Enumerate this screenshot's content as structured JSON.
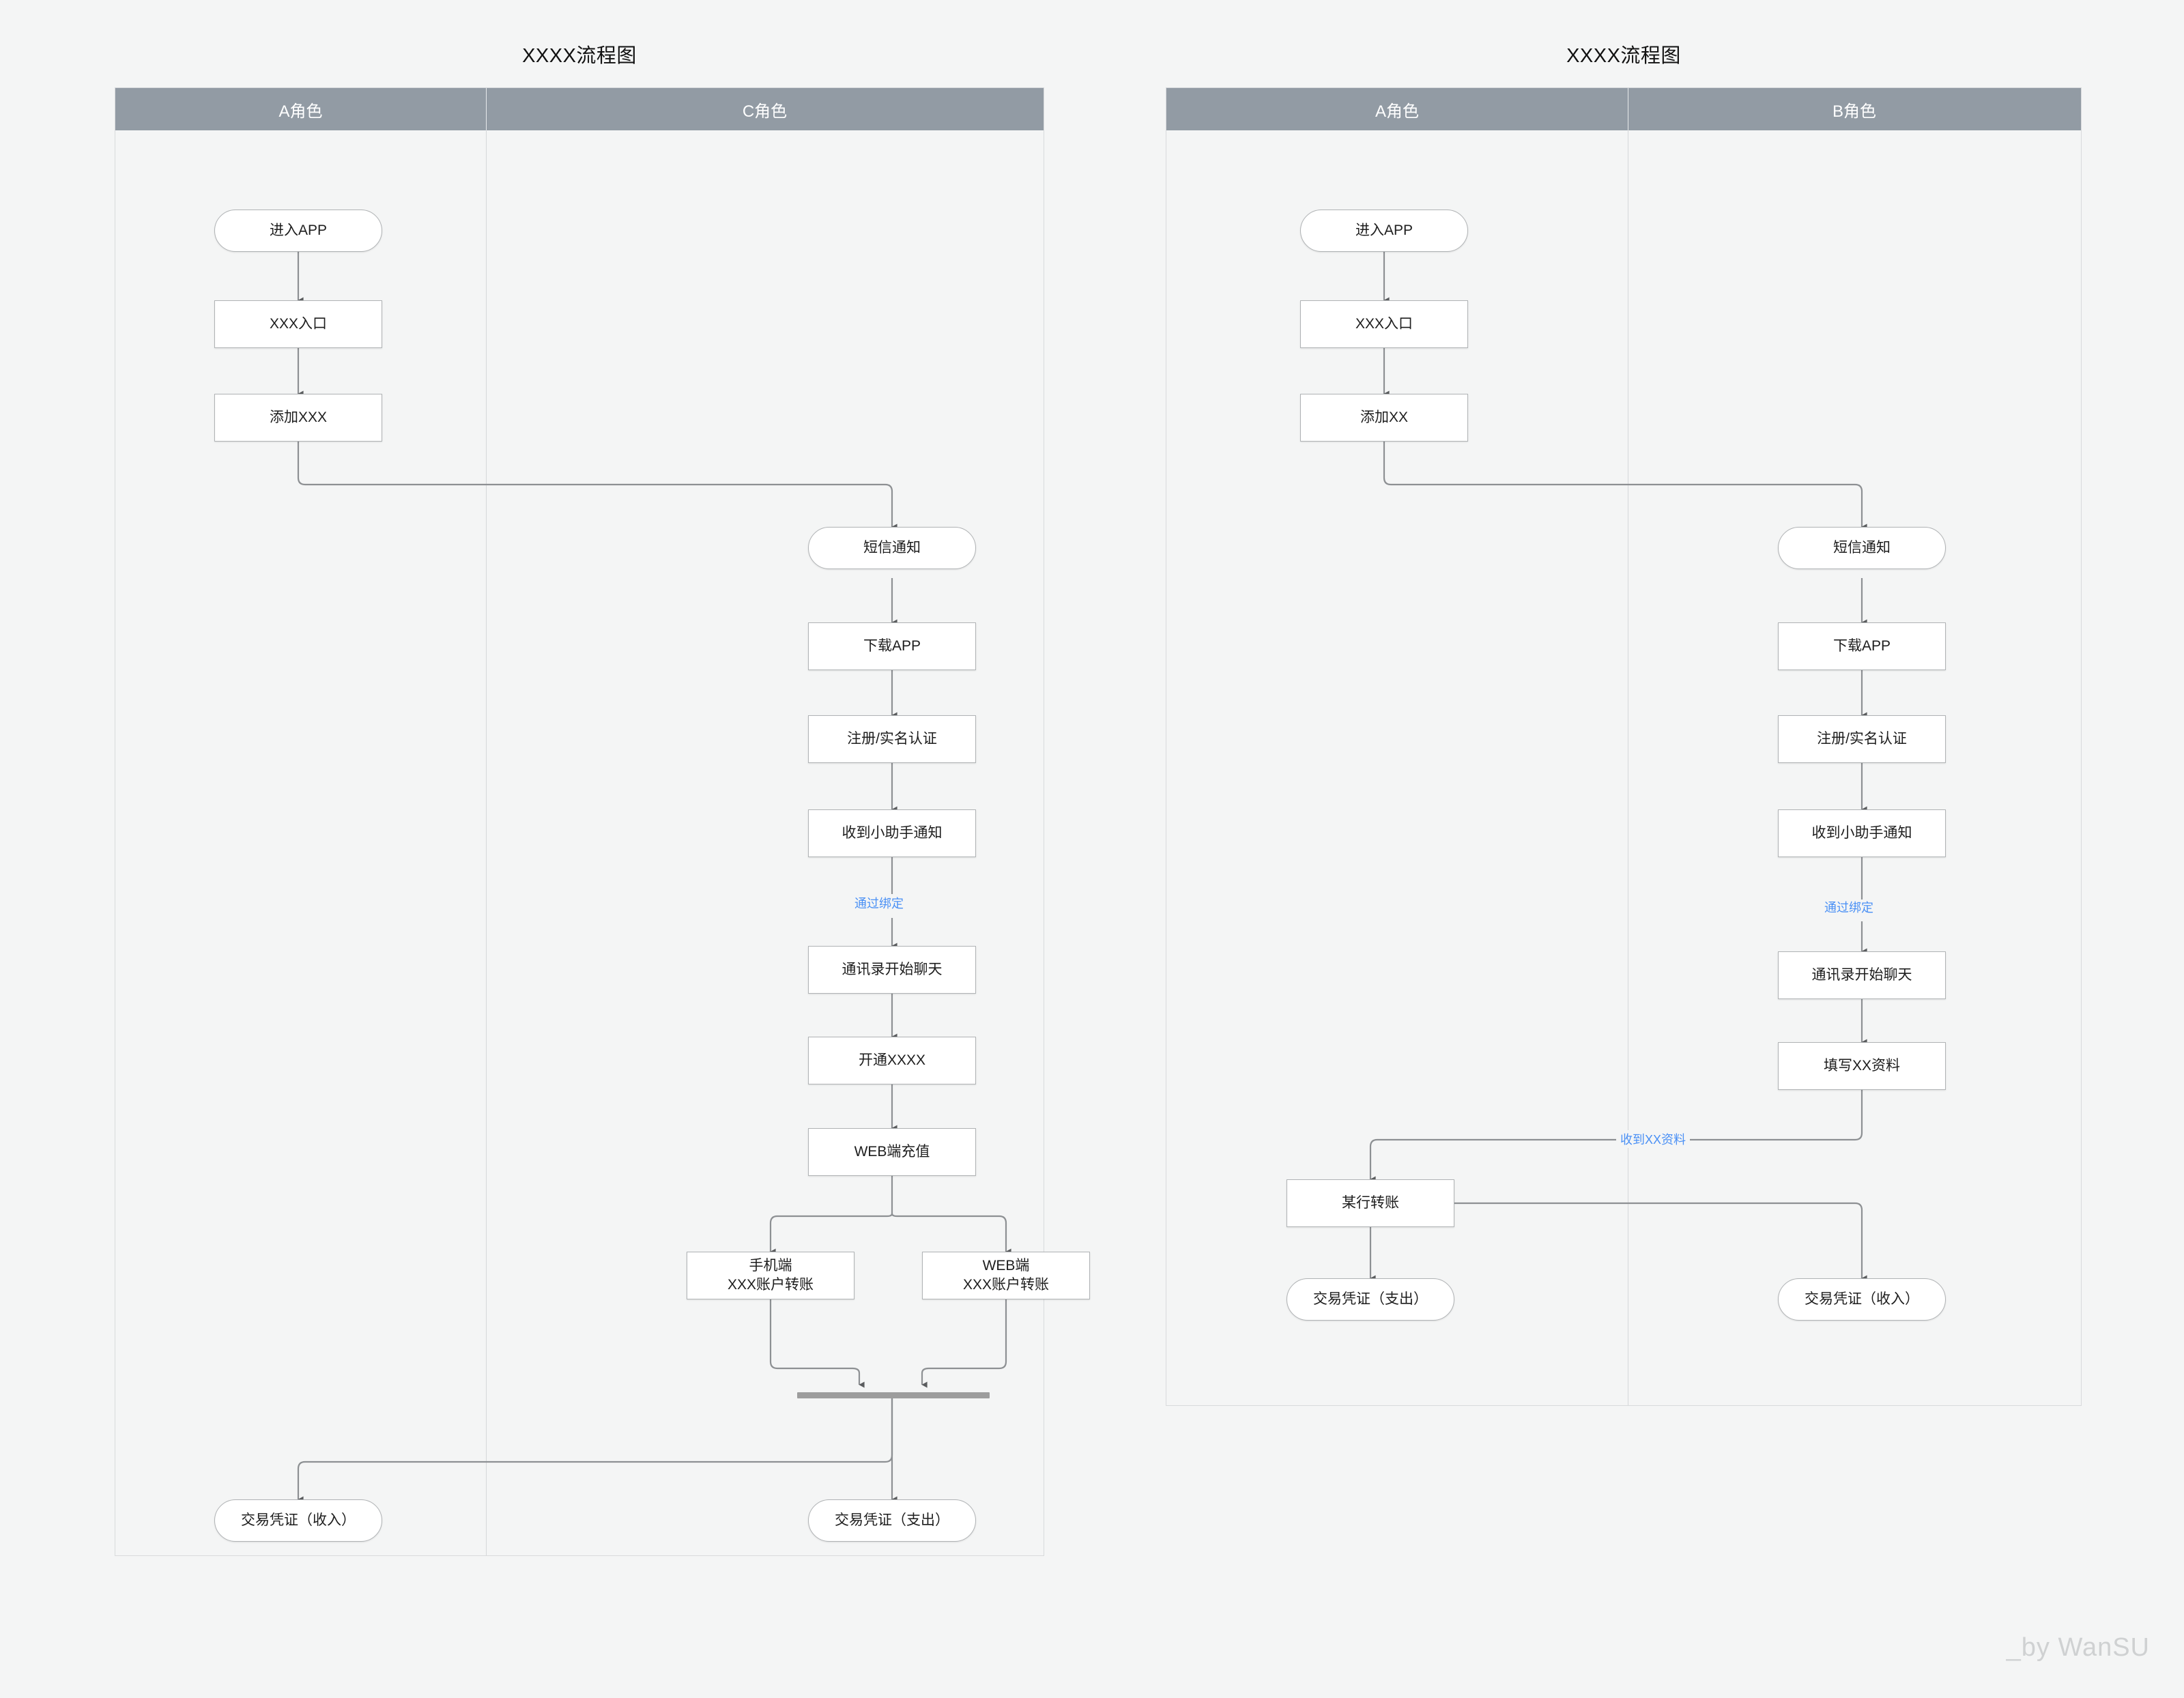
{
  "page": {
    "background_color": "#f4f5f5",
    "watermark": "_by WanSU",
    "accent_color": "#4a90f5",
    "lane_header_color": "#929ba4",
    "node_border_color": "#b0b3b5"
  },
  "charts": [
    {
      "title": "XXXX流程图",
      "lanes": [
        {
          "label": "A角色"
        },
        {
          "label": "C角色"
        }
      ],
      "nodes": [
        {
          "id": "l-enter",
          "label": "进入APP",
          "lane": 0,
          "shape": "terminal"
        },
        {
          "id": "l-entry",
          "label": "XXX入口",
          "lane": 0,
          "shape": "process"
        },
        {
          "id": "l-add",
          "label": "添加XXX",
          "lane": 0,
          "shape": "process"
        },
        {
          "id": "l-sms",
          "label": "短信通知",
          "lane": 1,
          "shape": "terminal"
        },
        {
          "id": "l-dl",
          "label": "下载APP",
          "lane": 1,
          "shape": "process"
        },
        {
          "id": "l-reg",
          "label": "注册/实名认证",
          "lane": 1,
          "shape": "process"
        },
        {
          "id": "l-notify",
          "label": "收到小助手通知",
          "lane": 1,
          "shape": "process"
        },
        {
          "id": "l-chat",
          "label": "通讯录开始聊天",
          "lane": 1,
          "shape": "process"
        },
        {
          "id": "l-open",
          "label": "开通XXXX",
          "lane": 1,
          "shape": "process"
        },
        {
          "id": "l-web",
          "label": "WEB端充值",
          "lane": 1,
          "shape": "process"
        },
        {
          "id": "l-mobile",
          "label": "手机端\nXXX账户转账",
          "lane": 1,
          "shape": "process"
        },
        {
          "id": "l-webacc",
          "label": "WEB端\nXXX账户转账",
          "lane": 1,
          "shape": "process"
        },
        {
          "id": "l-in",
          "label": "交易凭证（收入）",
          "lane": 0,
          "shape": "terminal"
        },
        {
          "id": "l-out",
          "label": "交易凭证（支出）",
          "lane": 1,
          "shape": "terminal"
        }
      ],
      "edge_labels": [
        {
          "id": "l-bind",
          "text": "通过绑定"
        }
      ]
    },
    {
      "title": "XXXX流程图",
      "lanes": [
        {
          "label": "A角色"
        },
        {
          "label": "B角色"
        }
      ],
      "nodes": [
        {
          "id": "r-enter",
          "label": "进入APP",
          "lane": 0,
          "shape": "terminal"
        },
        {
          "id": "r-entry",
          "label": "XXX入口",
          "lane": 0,
          "shape": "process"
        },
        {
          "id": "r-add",
          "label": "添加XX",
          "lane": 0,
          "shape": "process"
        },
        {
          "id": "r-sms",
          "label": "短信通知",
          "lane": 1,
          "shape": "terminal"
        },
        {
          "id": "r-dl",
          "label": "下载APP",
          "lane": 1,
          "shape": "process"
        },
        {
          "id": "r-reg",
          "label": "注册/实名认证",
          "lane": 1,
          "shape": "process"
        },
        {
          "id": "r-notify",
          "label": "收到小助手通知",
          "lane": 1,
          "shape": "process"
        },
        {
          "id": "r-chat",
          "label": "通讯录开始聊天",
          "lane": 1,
          "shape": "process"
        },
        {
          "id": "r-fill",
          "label": "填写XX资料",
          "lane": 1,
          "shape": "process"
        },
        {
          "id": "r-bank",
          "label": "某行转账",
          "lane": 0,
          "shape": "process"
        },
        {
          "id": "r-out",
          "label": "交易凭证（支出）",
          "lane": 0,
          "shape": "terminal"
        },
        {
          "id": "r-in",
          "label": "交易凭证（收入）",
          "lane": 1,
          "shape": "terminal"
        }
      ],
      "edge_labels": [
        {
          "id": "r-bind",
          "text": "通过绑定"
        },
        {
          "id": "r-recv",
          "text": "收到XX资料"
        }
      ]
    }
  ]
}
